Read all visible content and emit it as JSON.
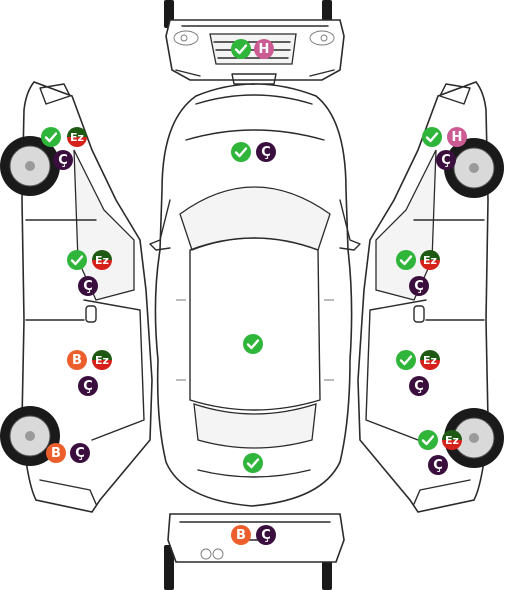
{
  "colors": {
    "ok": "#2fb53a",
    "ez_top": "#1f5a14",
    "ez_bottom": "#d6211b",
    "c": "#3a0f3e",
    "h": "#cc5b93",
    "b": "#ec5f2c"
  },
  "labels": {
    "ez": "Ez",
    "c": "Ç",
    "h": "H",
    "b": "B"
  },
  "icons": {
    "ok": "check-icon"
  }
}
